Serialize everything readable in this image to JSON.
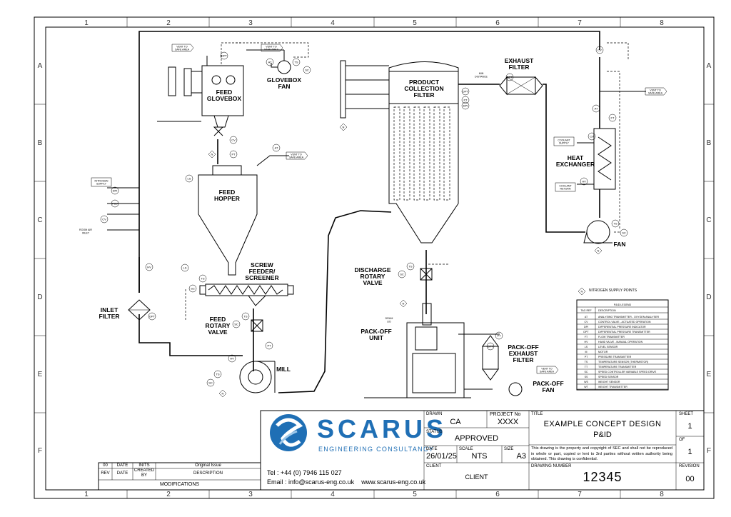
{
  "grid": {
    "columns": [
      "1",
      "2",
      "3",
      "4",
      "5",
      "6",
      "7",
      "8"
    ],
    "rows": [
      "A",
      "B",
      "C",
      "D",
      "E",
      "F"
    ]
  },
  "equipment": {
    "feed_glovebox": "FEED\nGLOVEBOX",
    "glovebox_fan": "GLOVEBOX\nFAN",
    "feed_hopper": "FEED\nHOPPER",
    "screw_feeder": "SCREW\nFEEDER/\nSCREENER",
    "feed_rotary_valve": "FEED\nROTARY\nVALVE",
    "mill": "MILL",
    "inlet_filter": "INLET\nFILTER",
    "product_collection_filter": "PRODUCT\nCOLLECTION\nFILTER",
    "exhaust_filter": "EXHAUST\nFILTER",
    "heat_exchanger": "HEAT\nEXCHANGER",
    "fan": "FAN",
    "discharge_rotary_valve": "DISCHARGE\nROTARY\nVALVE",
    "pack_off_unit": "PACK-OFF\nUNIT",
    "pack_off_exhaust_filter": "PACK-OFF\nEXHAUST\nFILTER",
    "pack_off_fan": "PACK-OFF\nFAN",
    "room_air_inlet": "ROOM AIR\nINLET"
  },
  "small_labels": {
    "vent_safe_area": "VENT TO\nSAFE AREA",
    "nitrogen_supply": "NITROGEN\nSUPPLY",
    "coolant_supply": "COOLANT\nSUPPLY",
    "coolant_return": "COOLANT\nRETURN",
    "min_distance": "MIN\nDISTANCE",
    "drum_lid": "DRUM\nLID"
  },
  "nitrogen_note": "NITROGEN SUPPLY POINTS",
  "nitrogen_symbol": "N",
  "legend": {
    "title": "P&ID LEGEND",
    "col1": "TAG REF",
    "col2": "DESCRIPTION",
    "rows": [
      [
        "AT",
        "ANALYSING TRANSMITTER - OXYGEN ANALYSER"
      ],
      [
        "CV",
        "CONTROL VALVE - ACTUATED OPERATION"
      ],
      [
        "DPI",
        "DIFFERENTIAL PRESSURE INDICATOR"
      ],
      [
        "DPT",
        "DIFFERENTIAL PRESSURE TRANSMITTER"
      ],
      [
        "FT",
        "FLOW TRANSMITTER"
      ],
      [
        "HV",
        "HAND VALVE - MANUAL OPERATION"
      ],
      [
        "LS",
        "LEVEL SENSOR"
      ],
      [
        "M",
        "MOTOR"
      ],
      [
        "PT",
        "PRESSURE TRANSMITTER"
      ],
      [
        "TS",
        "TEMPERATURE SENSOR (THERMISTOR)"
      ],
      [
        "TT",
        "TEMPERATURE TRANSMITTER"
      ],
      [
        "SC",
        "SPEED CONTROLLER VARIABLE SPEED DRIVE"
      ],
      [
        "SS",
        "SPEED SENSOR"
      ],
      [
        "WS",
        "WEIGHT SENSOR"
      ],
      [
        "WT",
        "WEIGHT TRANSMITTER"
      ]
    ]
  },
  "modifications": {
    "row_rev": "00",
    "row_date": "DATE",
    "row_inits": "INITS",
    "row_desc": "Original Issue",
    "h_rev": "REV",
    "h_date": "DATE",
    "h_created": "CREATED\nBY",
    "h_desc": "DESCRIPTION",
    "caption": "MODIFICATIONS"
  },
  "company": {
    "name": "SCARUS",
    "tagline": "ENGINEERING CONSULTANCY",
    "tel": "Tel : +44 (0) 7946 115 027",
    "contact": "Email : info@scarus-eng.co.uk    www.scarus-eng.co.uk",
    "brand_color": "#1f6fb5"
  },
  "title_block": {
    "drawn_label": "DRAWN",
    "drawn": "CA",
    "project_label": "PROJECT No",
    "project": "XXXX",
    "status_label": "STATUS",
    "status": "APPROVED",
    "date_label": "DATE",
    "date": "26/01/25",
    "scale_label": "SCALE",
    "scale": "NTS",
    "size_label": "SIZE",
    "size": "A3",
    "client_label": "CLIENT",
    "client": "CLIENT",
    "title_label": "TITLE",
    "title_line1": "EXAMPLE CONCEPT DESIGN",
    "title_line2": "P&ID",
    "disclaimer": "This drawing is the property and copyright of SEC and shall not be reproduced in whole or part, copied or lent to 3rd parties without written authority being obtained. This drawing is confidential.",
    "drawing_number_label": "DRAWING NUMBER",
    "drawing_number": "12345",
    "sheet_label": "SHEET",
    "sheet": "1",
    "of_label": "OF",
    "of": "1",
    "revision_label": "REVISION",
    "revision": "00"
  }
}
